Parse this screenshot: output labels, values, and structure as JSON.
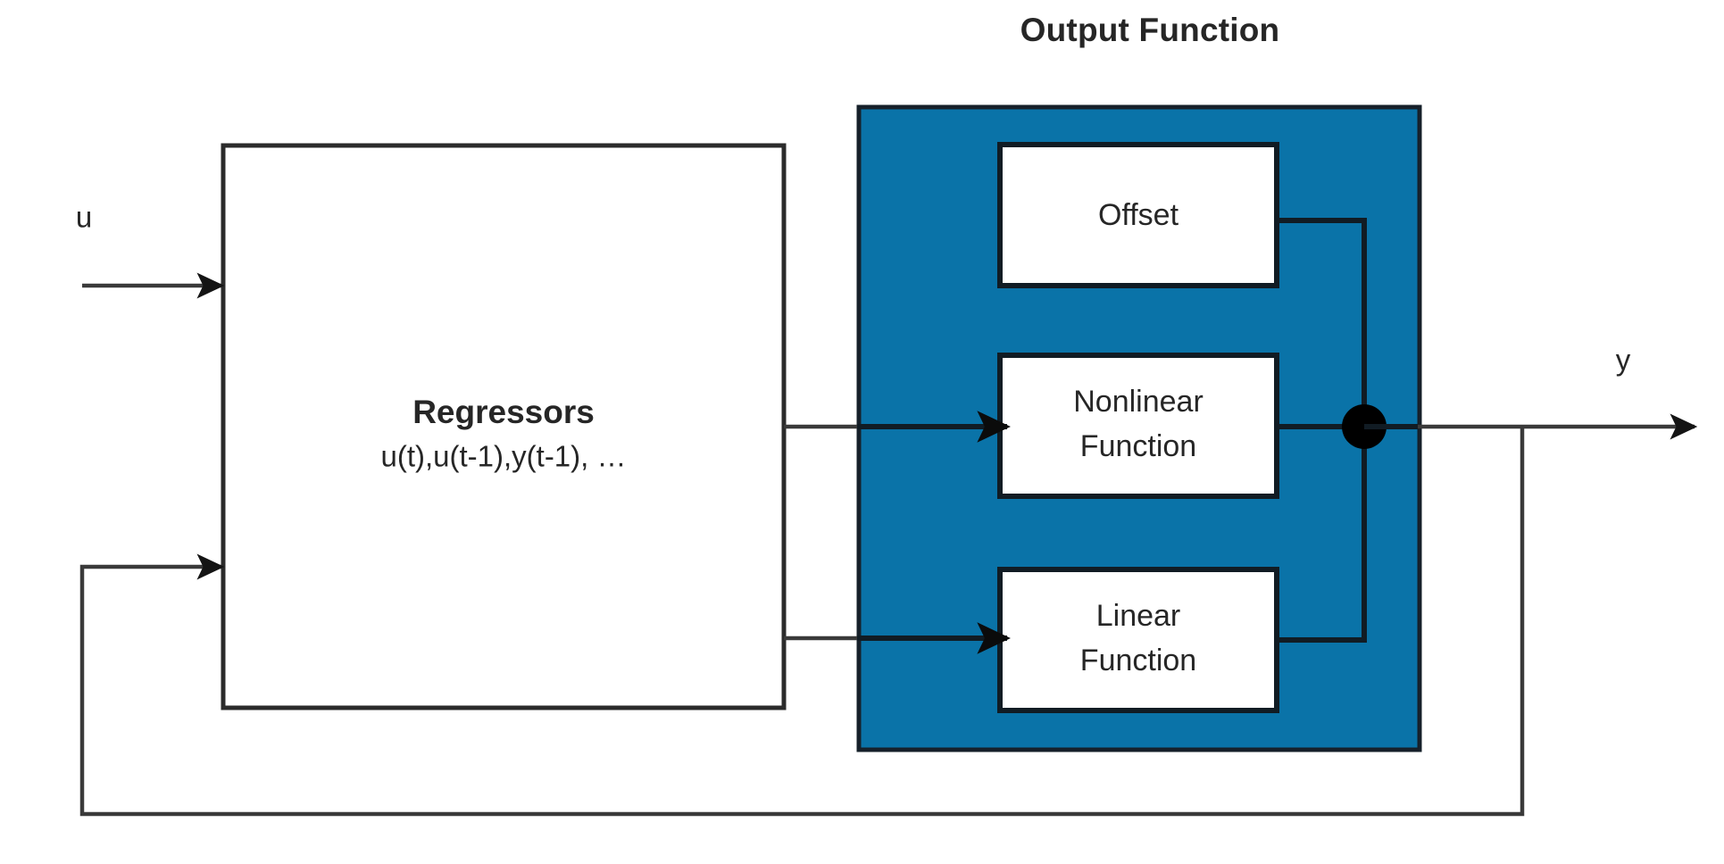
{
  "diagram": {
    "title": "Output Function",
    "type": "block-diagram",
    "background_color": "#ffffff",
    "accent_color": "#0a73a8",
    "line_color": "#2b2b2b",
    "signals": {
      "input_label": "u",
      "output_label": "y"
    },
    "blocks": {
      "regressors": {
        "title": "Regressors",
        "subtitle": "u(t),u(t-1),y(t-1), …",
        "fill": "#ffffff",
        "border": "#2b2b2b"
      },
      "output_function_panel": {
        "label": "Output Function",
        "fill": "#0a73a8",
        "border": "#16202a"
      },
      "offset": {
        "label": "Offset",
        "fill": "#ffffff",
        "border": "#111c24"
      },
      "nonlinear_function": {
        "label_line1": "Nonlinear",
        "label_line2": "Function",
        "fill": "#ffffff",
        "border": "#111c24"
      },
      "linear_function": {
        "label_line1": "Linear",
        "label_line2": "Function",
        "fill": "#ffffff",
        "border": "#111c24"
      }
    },
    "connections": [
      {
        "name": "input-u-to-regressors",
        "from": "u",
        "to": "regressors",
        "arrow": true
      },
      {
        "name": "regressors-to-nonlinear",
        "from": "regressors",
        "to": "nonlinear_function",
        "arrow": true
      },
      {
        "name": "regressors-to-linear",
        "from": "regressors",
        "to": "linear_function",
        "arrow": true
      },
      {
        "name": "offset-to-sum",
        "from": "offset",
        "to": "summing-junction",
        "arrow": false
      },
      {
        "name": "nonlinear-to-sum",
        "from": "nonlinear_function",
        "to": "summing-junction",
        "arrow": false
      },
      {
        "name": "linear-to-sum",
        "from": "linear_function",
        "to": "summing-junction",
        "arrow": false
      },
      {
        "name": "sum-to-output-y",
        "from": "summing-junction",
        "to": "y",
        "arrow": true
      },
      {
        "name": "output-feedback-to-regressors",
        "from": "y",
        "to": "regressors",
        "arrow": true
      }
    ],
    "summing_junction": {
      "name": "summing-junction",
      "shape": "filled-circle",
      "color": "#000000"
    }
  }
}
